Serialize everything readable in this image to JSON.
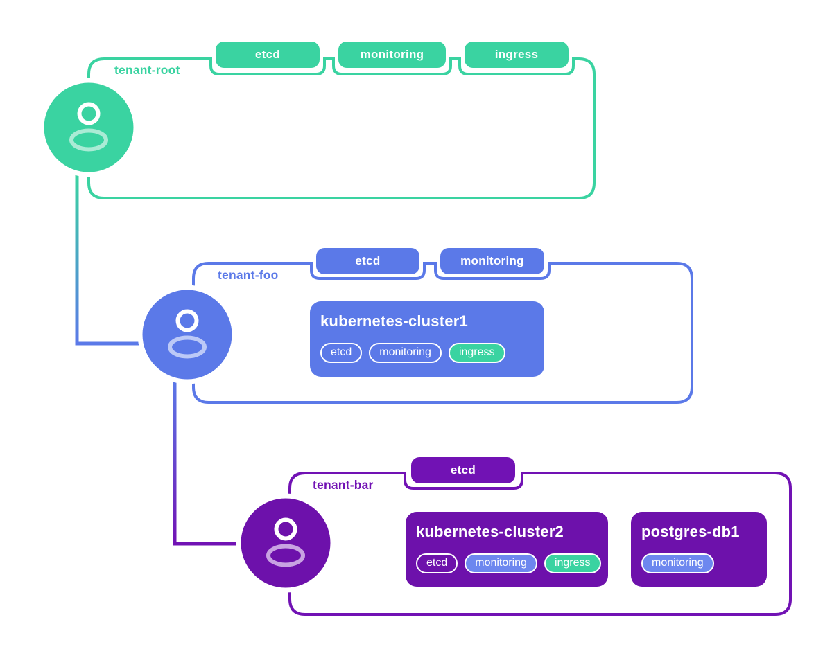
{
  "theme": {
    "background": "#ffffff",
    "green": "#3ad3a1",
    "green_light": "#aaebd5",
    "blue": "#5b79e8",
    "blue_light": "#bcc9f7",
    "blue_pill": "#6d87ef",
    "purple": "#7112b4",
    "purple_deep": "#6d11ab",
    "purple_light": "#c8a2e2"
  },
  "icons": {
    "avatar": "user-icon"
  },
  "tenants": [
    {
      "label": "tenant-root",
      "color": "green",
      "tabs": [
        "etcd",
        "monitoring",
        "ingress"
      ],
      "workloads": []
    },
    {
      "label": "tenant-foo",
      "color": "blue",
      "tabs": [
        "etcd",
        "monitoring"
      ],
      "workloads": [
        {
          "title": "kubernetes-cluster1",
          "pills": [
            {
              "label": "etcd",
              "variant": "outline"
            },
            {
              "label": "monitoring",
              "variant": "outline"
            },
            {
              "label": "ingress",
              "variant": "green"
            }
          ]
        }
      ]
    },
    {
      "label": "tenant-bar",
      "color": "purple",
      "tabs": [
        "etcd"
      ],
      "workloads": [
        {
          "title": "kubernetes-cluster2",
          "pills": [
            {
              "label": "etcd",
              "variant": "outline"
            },
            {
              "label": "monitoring",
              "variant": "blue"
            },
            {
              "label": "ingress",
              "variant": "green"
            }
          ]
        },
        {
          "title": "postgres-db1",
          "pills": [
            {
              "label": "monitoring",
              "variant": "blue"
            }
          ]
        }
      ]
    }
  ],
  "connections": [
    {
      "from": "tenant-root",
      "to": "tenant-foo"
    },
    {
      "from": "tenant-foo",
      "to": "tenant-bar"
    }
  ]
}
